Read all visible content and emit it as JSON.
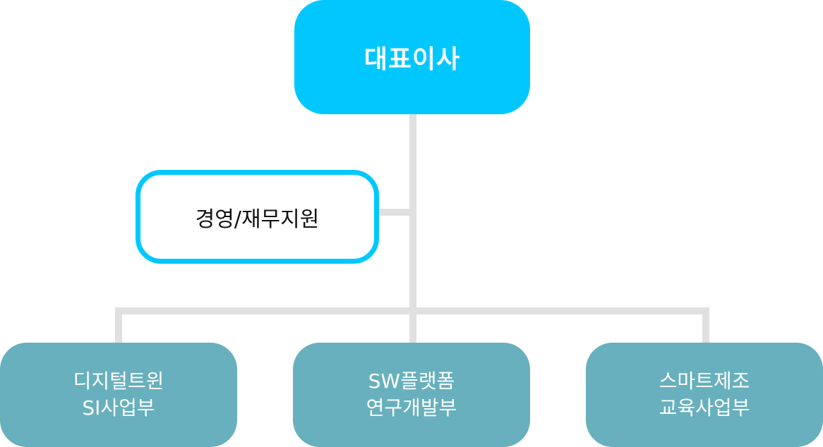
{
  "ceo": {
    "label": "대표이사"
  },
  "support": {
    "label": "경영/재무지원"
  },
  "departments": [
    {
      "line1": "디지털트윈",
      "line2": "SI사업부"
    },
    {
      "line1": "SW플랫폼",
      "line2": "연구개발부"
    },
    {
      "line1": "스마트제조",
      "line2": "교육사업부"
    }
  ],
  "colors": {
    "ceo_fill": "#00c8ff",
    "support_border": "#00c8ff",
    "department_fill": "#68b0bd",
    "connector": "#e0e0e0"
  }
}
